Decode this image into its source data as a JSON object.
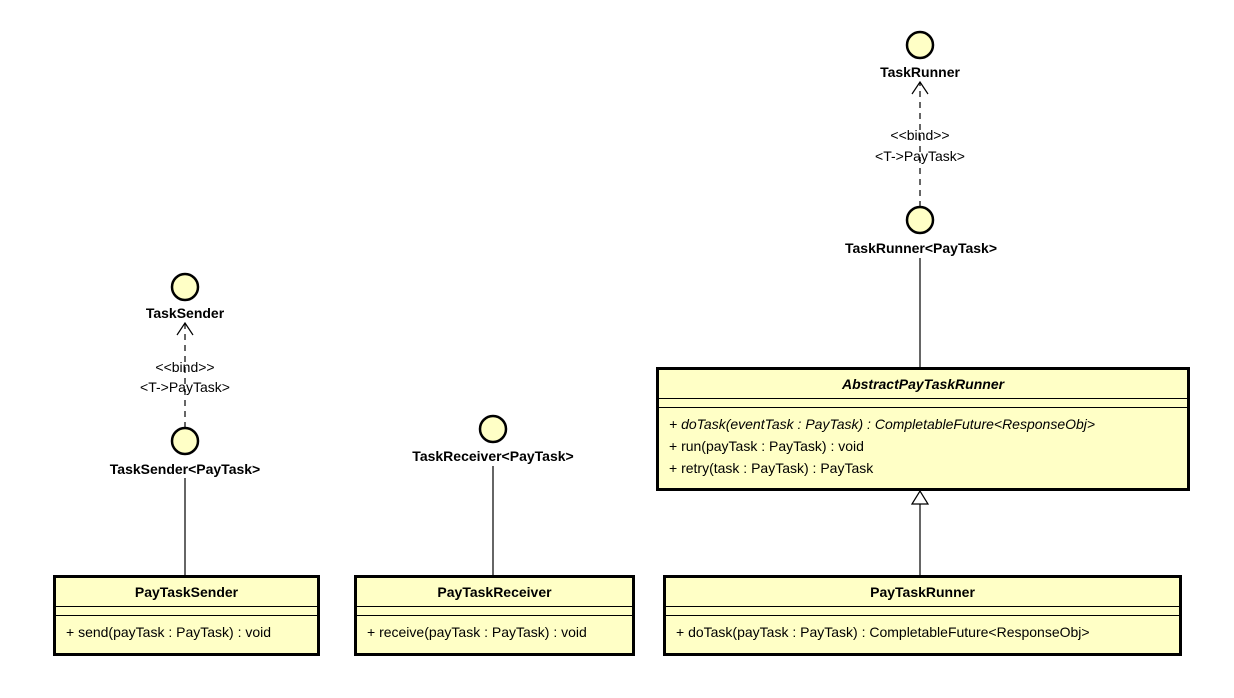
{
  "interfaces": {
    "task_runner": "TaskRunner",
    "task_runner_bound": "TaskRunner<PayTask>",
    "task_sender": "TaskSender",
    "task_sender_bound": "TaskSender<PayTask>",
    "task_receiver_bound": "TaskReceiver<PayTask>"
  },
  "bindings": {
    "runner_stereotype": "<<bind>>",
    "runner_param": "<T->PayTask>",
    "sender_stereotype": "<<bind>>",
    "sender_param": "<T->PayTask>"
  },
  "classes": {
    "abstract_runner": {
      "name": "AbstractPayTaskRunner",
      "ops": [
        "+ doTask(eventTask : PayTask) : CompletableFuture<ResponseObj>",
        "+ run(payTask : PayTask) : void",
        "+ retry(task : PayTask) : PayTask"
      ]
    },
    "pay_task_sender": {
      "name": "PayTaskSender",
      "ops": [
        "+ send(payTask : PayTask) : void"
      ]
    },
    "pay_task_receiver": {
      "name": "PayTaskReceiver",
      "ops": [
        "+ receive(payTask : PayTask) : void"
      ]
    },
    "pay_task_runner": {
      "name": "PayTaskRunner",
      "ops": [
        "+ doTask(payTask : PayTask) : CompletableFuture<ResponseObj>"
      ]
    }
  },
  "colors": {
    "fill": "#ffffc6",
    "stroke": "#000000"
  }
}
